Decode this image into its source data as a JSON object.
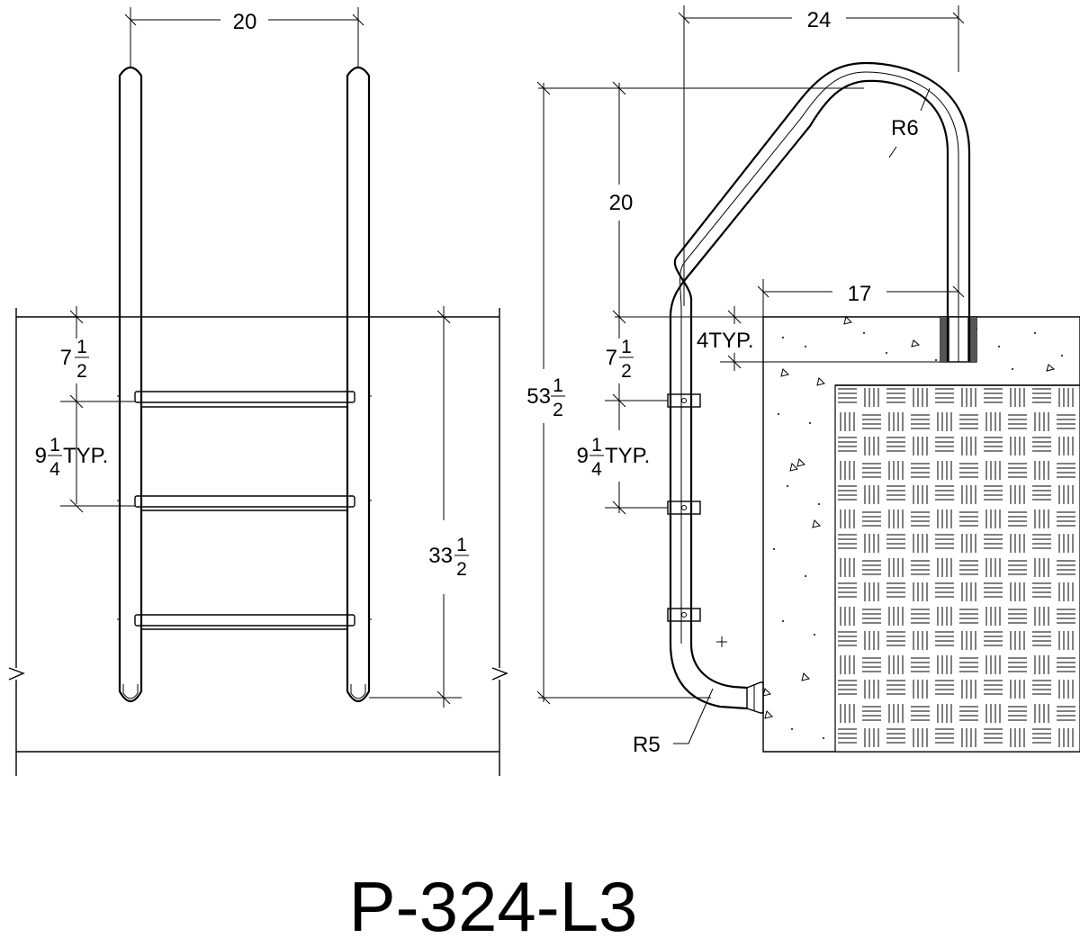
{
  "front_view": {
    "width": "20",
    "top_offset": {
      "whole": "7",
      "num": "1",
      "den": "2"
    },
    "step_spacing": {
      "whole": "9",
      "num": "1",
      "den": "4",
      "suffix": "TYP."
    },
    "depth": {
      "whole": "33",
      "num": "1",
      "den": "2"
    }
  },
  "side_view": {
    "reach": "24",
    "handrail_height": "20",
    "overall_height": {
      "whole": "53",
      "num": "1",
      "den": "2"
    },
    "top_radius": "R6",
    "bottom_radius": "R5",
    "anchor_setback": "17",
    "anchor_depth": "4TYP.",
    "top_offset": {
      "whole": "7",
      "num": "1",
      "den": "2"
    },
    "step_spacing": {
      "whole": "9",
      "num": "1",
      "den": "4",
      "suffix": "TYP."
    }
  },
  "model_number": "P-324-L3"
}
